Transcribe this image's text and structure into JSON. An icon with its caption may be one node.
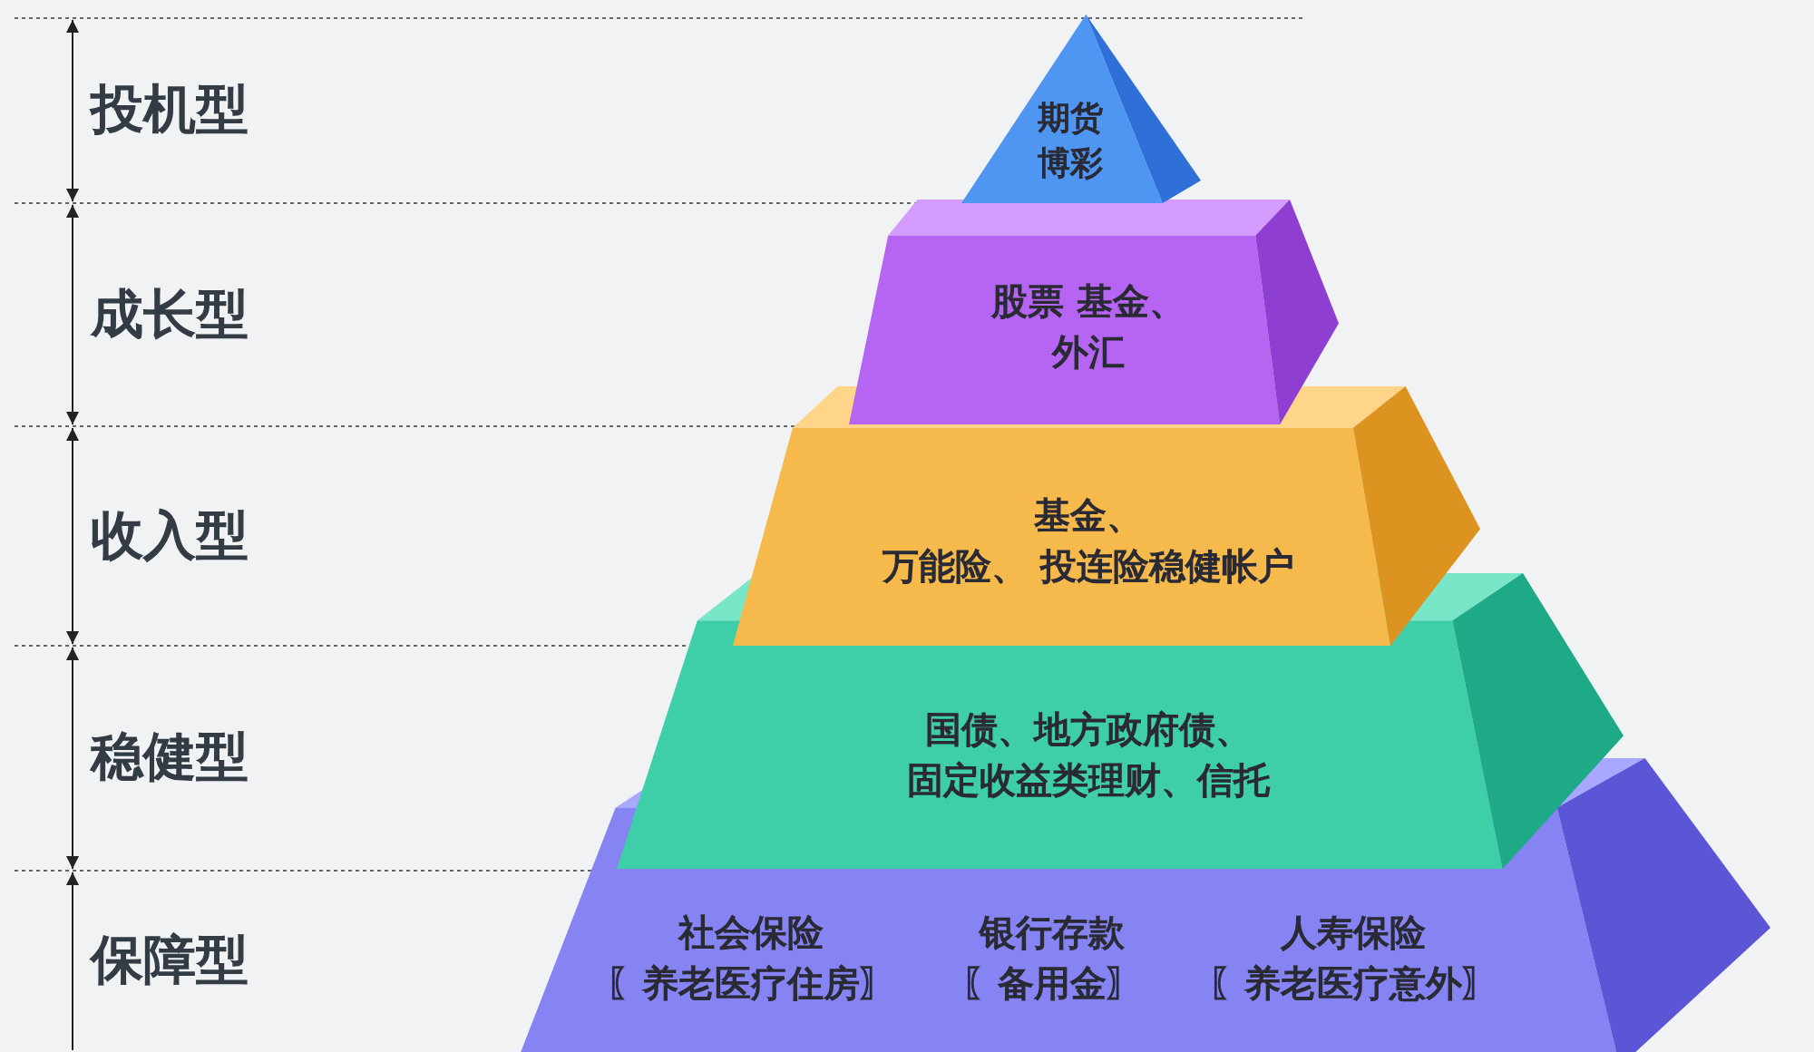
{
  "diagram": {
    "nodes": [
      {
        "text": [
          "期货",
          "博彩"
        ]
      },
      {
        "text": [
          "股票 基金、",
          "外汇"
        ]
      },
      {
        "text": [
          "基金、",
          "万能险、 投连险稳健帐户"
        ]
      },
      {
        "text": [
          "国债、地方政府债、",
          "固定收益类理财、信托"
        ]
      },
      {
        "text": [
          "社会保险",
          "〖养老医疗住房〗",
          "银行存款",
          "〖备用金〗",
          "人寿保险",
          "〖养老医疗意外〗"
        ]
      }
    ],
    "edges": [],
    "labels": [
      "投机型",
      "成长型",
      "收入型",
      "稳健型",
      "保障型"
    ]
  }
}
